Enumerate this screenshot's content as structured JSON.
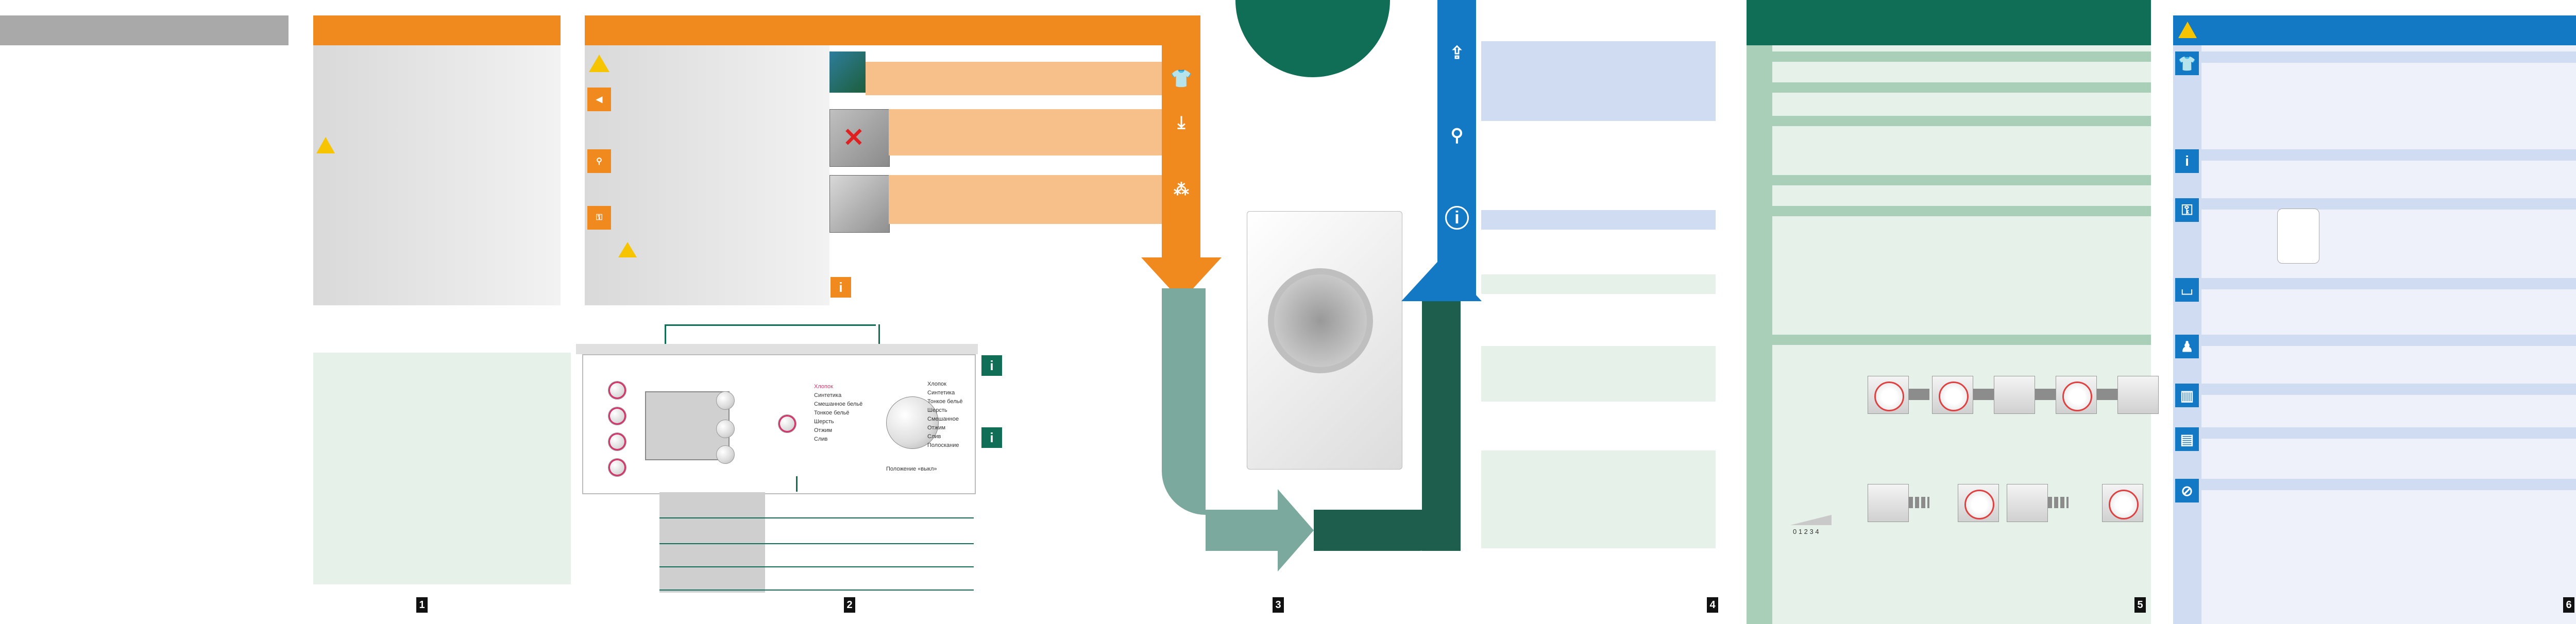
{
  "pages": [
    "1",
    "2",
    "3",
    "4",
    "5",
    "6"
  ],
  "page2": {
    "program_list_left": [
      "Хлопок",
      "Синтетика",
      "Смешанное бельё",
      "Тонкое бельё",
      "Шерсть",
      "Отжим",
      "Слив"
    ],
    "program_list_right": [
      "Хлопок",
      "Синтетика",
      "Тонкое бельё",
      "Шерсть",
      "Смешанное",
      "Отжим",
      "Слив",
      "Полоскание"
    ],
    "dial_label": "Положение «выкл»"
  },
  "page5": {
    "level_digits": "0 1 2 3 4"
  },
  "colors": {
    "orange": "#f08a1f",
    "light_orange": "#f7c08a",
    "dark_green": "#0f6e55",
    "light_green": "#e6f1ea",
    "blue": "#1479c5",
    "light_blue": "#cfdcf2"
  },
  "icons": [
    "warning-icon",
    "info-icon",
    "tap-icon",
    "shirt-icon",
    "drain-icon",
    "detergent-icon",
    "upload-icon",
    "washing-machine-image"
  ]
}
